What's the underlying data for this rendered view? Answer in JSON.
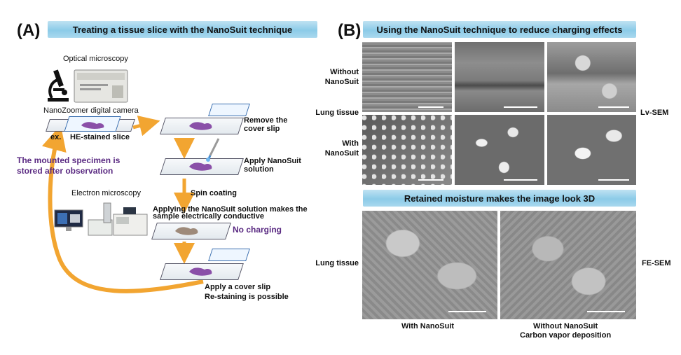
{
  "panel_a": {
    "letter": "(A)",
    "title": "Treating a tissue slice with the NanoSuit technique",
    "optical_microscopy": "Optical microscopy",
    "camera": "NanoZoomer digital camera",
    "example": "ex.",
    "he_slice": "HE-stained slice",
    "remove_cover": "Remove the\ncover slip",
    "apply_solution": "Apply NanoSuit\nsolution",
    "spin_coating": "Spin coating",
    "electron_microscopy": "Electron microscopy",
    "conductive": "Applying the NanoSuit solution makes the\nsample electrically conductive",
    "no_charging": "No charging",
    "stored": "The mounted specimen is\nstored after observation",
    "apply_cover": "Apply a cover slip",
    "restaining": "Re-staining is possible"
  },
  "panel_b": {
    "letter": "(B)",
    "title": "Using the NanoSuit technique to reduce charging effects",
    "without": "Without\nNanoSuit",
    "lung_tissue": "Lung tissue",
    "with": "With\nNanoSuit",
    "lv_sem": "Lv-SEM",
    "subtitle": "Retained moisture makes the image look 3D",
    "lung_tissue_2": "Lung tissue",
    "fe_sem": "FE-SEM",
    "with_caption": "With NanoSuit",
    "without_caption": "Without NanoSuit\nCarbon vapor deposition"
  },
  "colors": {
    "arrow": "#f2a531",
    "banner": "#8ccbe8",
    "purple_text": "#5a2a82"
  }
}
